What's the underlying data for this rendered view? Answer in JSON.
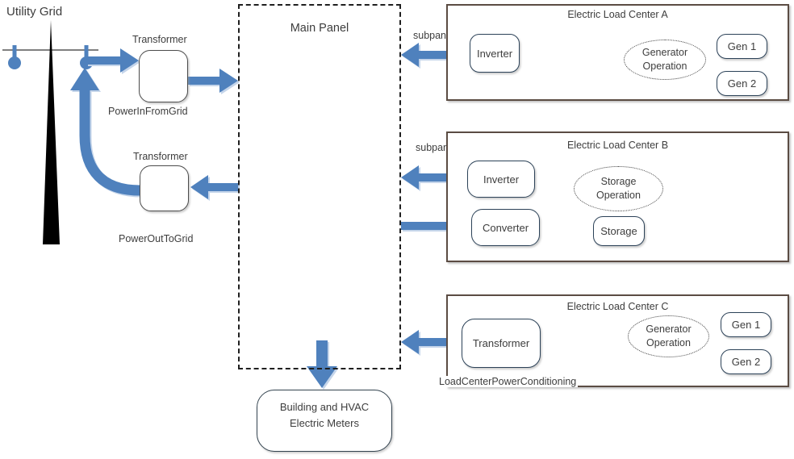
{
  "labels": {
    "utility_grid": "Utility Grid",
    "main_panel": "Main Panel",
    "transformer_in": "Transformer",
    "power_in_from_grid": "PowerInFromGrid",
    "transformer_out": "Transformer",
    "power_out_to_grid": "PowerOutToGrid",
    "subpanel_a": "subpanel",
    "subpanel_b": "subpanel",
    "load_center_power_conditioning": "LoadCenterPowerConditioning"
  },
  "load_center_a": {
    "title": "Electric Load Center A",
    "inverter": "Inverter",
    "operation_line1": "Generator",
    "operation_line2": "Operation",
    "gen1": "Gen 1",
    "gen2": "Gen 2"
  },
  "load_center_b": {
    "title": "Electric Load Center B",
    "inverter": "Inverter",
    "converter": "Converter",
    "operation_line1": "Storage",
    "operation_line2": "Operation",
    "storage": "Storage"
  },
  "load_center_c": {
    "title": "Electric Load Center C",
    "transformer": "Transformer",
    "operation_line1": "Generator",
    "operation_line2": "Operation",
    "gen1": "Gen 1",
    "gen2": "Gen 2"
  },
  "building_meters": {
    "line1": "Building and HVAC",
    "line2": "Electric Meters"
  },
  "colors": {
    "arrow_blue": "#4f81bd",
    "arrow_shadow": "#c5d5ea",
    "rounded_box_border": "#2c4258",
    "load_center_border": "#5b4c43",
    "main_panel_dash": "#1f1f1f",
    "pole_black": "#000000",
    "crossarm_gray": "#808080",
    "text": "#3d3d3d"
  }
}
